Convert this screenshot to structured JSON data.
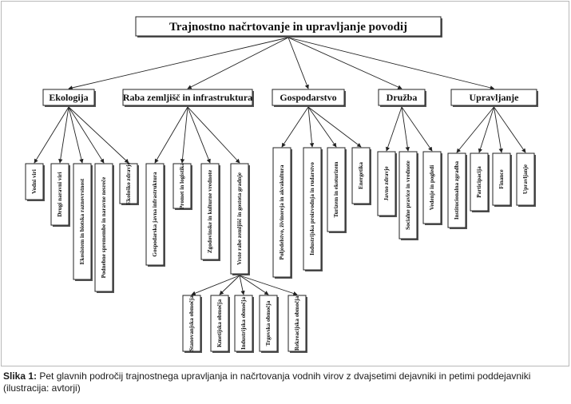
{
  "diagram": {
    "root": "Trajnostno načrtovanje in upravljanje povodij",
    "categories": [
      {
        "label": "Ekologija",
        "factors": [
          {
            "label": "Vodni viri"
          },
          {
            "label": "Drugi naravni viri"
          },
          {
            "label": "Ekosistem in biotska raznovrstnost"
          },
          {
            "label": "Podnebne spremembe in naravne nesreče"
          },
          {
            "label": "Ekološko zdravje"
          }
        ]
      },
      {
        "label": "Raba zemljišč in infrastruktura",
        "factors": [
          {
            "label": "Gospodarska javna infrastruktura"
          },
          {
            "label": "Promet in logistika"
          },
          {
            "label": "Zgodovinske in kulturne vrednote"
          },
          {
            "label": "Vrste rabe zemljišč in gostota gradnje",
            "subfactors": [
              {
                "label": "Stanovanjska območja"
              },
              {
                "label": "Kmetijska območja"
              },
              {
                "label": "Industrijska območja"
              },
              {
                "label": "Trgovska območja"
              },
              {
                "label": "Rekreacijska območja"
              }
            ]
          }
        ]
      },
      {
        "label": "Gospodarstvo",
        "factors": [
          {
            "label": "Poljedelstvo, živinoreja in akvakultura"
          },
          {
            "label": "Industrijska proizvodnja in rudarstvo"
          },
          {
            "label": "Turizem in ekoturizem"
          },
          {
            "label": "Energetika"
          }
        ]
      },
      {
        "label": "Družba",
        "factors": [
          {
            "label": "Javno zdravje"
          },
          {
            "label": "Socialne pravice in vrednote"
          },
          {
            "label": "Vedenje in pogledi"
          }
        ]
      },
      {
        "label": "Upravljanje",
        "factors": [
          {
            "label": "Institucionalna zgradba"
          },
          {
            "label": "Participacija"
          },
          {
            "label": "Finance"
          },
          {
            "label": "Upravljanje"
          }
        ]
      }
    ]
  },
  "caption": {
    "label": "Slika 1:",
    "text": "Pet glavnih področij trajnostnega upravljanja in načrtovanja vodnih virov z dvajsetimi dejavniki in petimi poddejavniki (ilustracija: avtorji)"
  }
}
